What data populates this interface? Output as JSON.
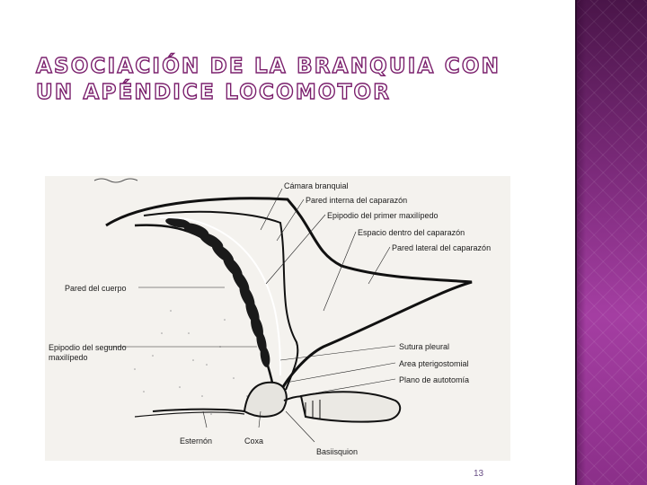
{
  "slide": {
    "title": "ASOCIACIÓN DE LA BRANQUIA CON UN APÉNDICE LOCOMOTOR",
    "page_number": "13",
    "accent_color": "#7a1f6c",
    "band_colors": [
      "#4a1549",
      "#a43ea2"
    ]
  },
  "figure": {
    "labels": {
      "camara_branquial": "Cámara branquial",
      "pared_interna": "Pared interna del caparazón",
      "epipodio_primer": "Epipodio del primer maxilípedo",
      "espacio_dentro": "Espacio dentro del caparazón",
      "pared_lateral": "Pared lateral del caparazón",
      "pared_cuerpo": "Pared del cuerpo",
      "epipodio_segundo_1": "Epipodio del segundo",
      "epipodio_segundo_2": "maxilípedo",
      "sutura_pleural": "Sutura pleural",
      "area_pterigostomial": "Area pterigostomial",
      "plano_autotomia": "Plano de autotomía",
      "esternon": "Esternón",
      "coxa": "Coxa",
      "basiisquion": "Basiisquion"
    }
  }
}
